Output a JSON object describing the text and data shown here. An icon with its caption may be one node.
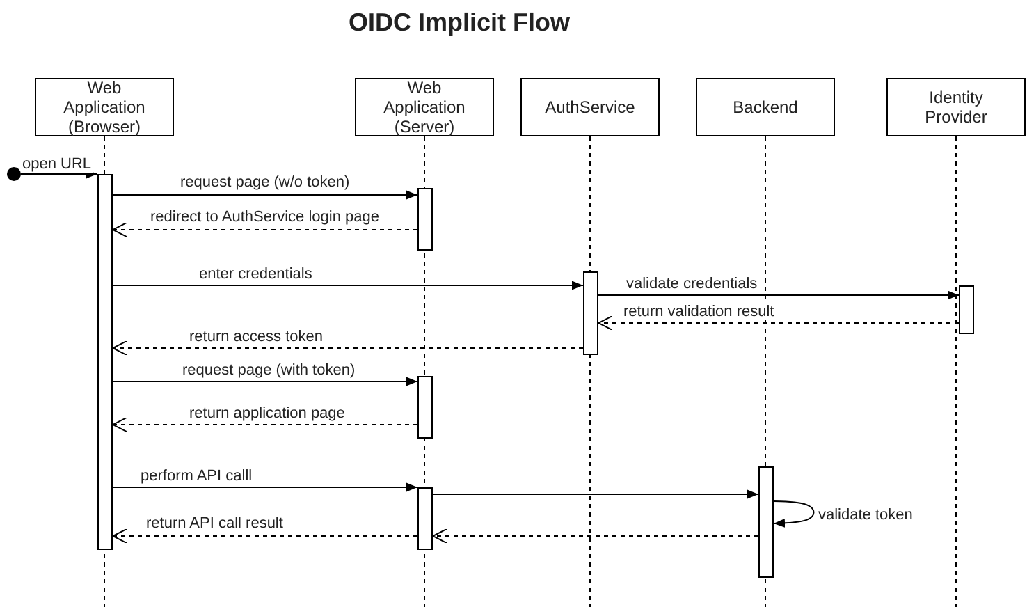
{
  "diagram": {
    "title": "OIDC Implicit Flow",
    "nodes": [
      {
        "text": [
          "Web Application (Browser)"
        ]
      },
      {
        "text": [
          "Web Application (Server)"
        ]
      },
      {
        "text": [
          "AuthService"
        ]
      },
      {
        "text": [
          "Backend"
        ]
      },
      {
        "text": [
          "Identity Provider"
        ]
      },
      {
        "text": [],
        "shape": "circle"
      },
      {
        "text": [],
        "shape": "bar"
      },
      {
        "text": [],
        "shape": "bar"
      },
      {
        "text": [],
        "shape": "bar"
      },
      {
        "text": [],
        "shape": "bar"
      },
      {
        "text": [],
        "shape": "bar"
      },
      {
        "text": [],
        "shape": "bar"
      },
      {
        "text": [],
        "shape": "bar"
      }
    ],
    "edges": [
      {
        "from": 5,
        "to": 6,
        "arrow": "to",
        "label": "open URL"
      },
      {
        "from": 6,
        "to": 7,
        "arrow": "to",
        "label": "request page (w/o token)"
      },
      {
        "from": 7,
        "to": 6,
        "arrow": "to",
        "label": "redirect to AuthService login page",
        "style": "dashed"
      },
      {
        "from": 6,
        "to": 8,
        "arrow": "to",
        "label": "enter credentials"
      },
      {
        "from": 8,
        "to": 9,
        "arrow": "to",
        "label": "validate credentials"
      },
      {
        "from": 9,
        "to": 8,
        "arrow": "to",
        "label": "return validation result",
        "style": "dashed"
      },
      {
        "from": 8,
        "to": 6,
        "arrow": "to",
        "label": "return access token",
        "style": "dashed"
      },
      {
        "from": 6,
        "to": 10,
        "arrow": "to",
        "label": "request page (with token)"
      },
      {
        "from": 10,
        "to": 6,
        "arrow": "to",
        "label": "return application page",
        "style": "dashed"
      },
      {
        "from": 6,
        "to": 11,
        "arrow": "to",
        "label": "perform API calll"
      },
      {
        "from": 11,
        "to": 12,
        "arrow": "to"
      },
      {
        "from": 12,
        "to": 12,
        "arrow": "to",
        "label": "validate token"
      },
      {
        "from": 12,
        "to": 11,
        "arrow": "to",
        "style": "dashed"
      },
      {
        "from": 11,
        "to": 6,
        "arrow": "to",
        "label": "return API call result",
        "style": "dashed"
      }
    ]
  }
}
